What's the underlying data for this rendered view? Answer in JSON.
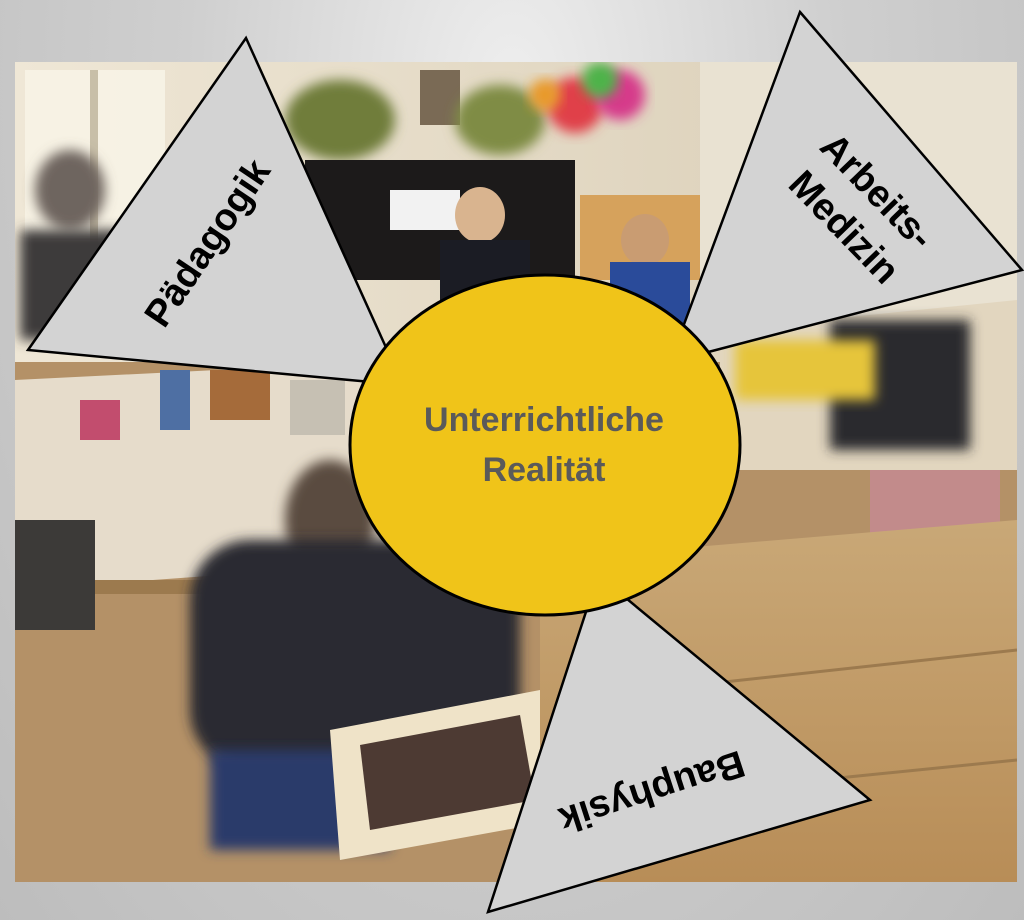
{
  "center": {
    "line1": "Unterrichtliche",
    "line2": "Realität"
  },
  "triangles": {
    "left": "Pädagogik",
    "right_line1": "Arbeits-",
    "right_line2": "Medizin",
    "bottom": "Bauphysik"
  },
  "photo": {
    "subject": "classroom-photo"
  },
  "colors": {
    "circle_fill": "#f0c419",
    "triangle_fill": "#d3d3d3",
    "center_text": "#5a5a5a",
    "outline": "#000000"
  }
}
